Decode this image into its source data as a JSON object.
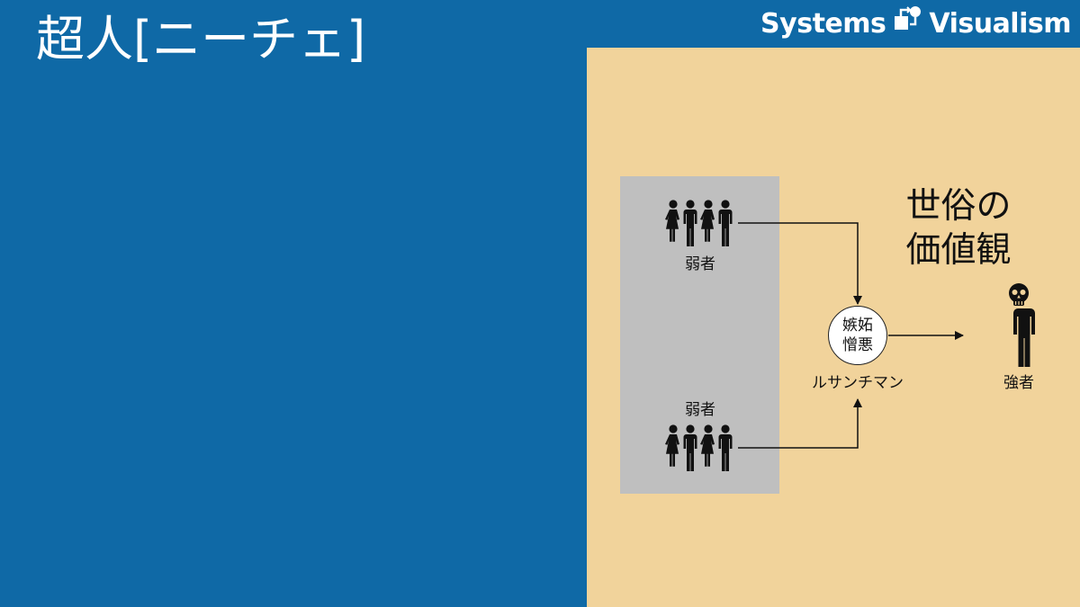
{
  "slide": {
    "title": "超人[ニーチェ]",
    "brand_left": "Systems",
    "brand_right": "Visualism",
    "brand_logo_icon": "flow-diagram-icon"
  },
  "diagram": {
    "weak_label_top": "弱者",
    "weak_label_bottom": "弱者",
    "node_line1": "嫉妬",
    "node_line2": "憎悪",
    "node_caption": "ルサンチマン",
    "heading_line1": "世俗の",
    "heading_line2": "価値観",
    "strong_label": "強者",
    "weak_group_icon": "people-group-icon",
    "strong_icon": "skull-person-icon"
  },
  "colors": {
    "background": "#0f69a6",
    "panel": "#f1d39b",
    "group_box": "#bfbfbf",
    "ink": "#111111",
    "title_text": "#ffffff"
  }
}
